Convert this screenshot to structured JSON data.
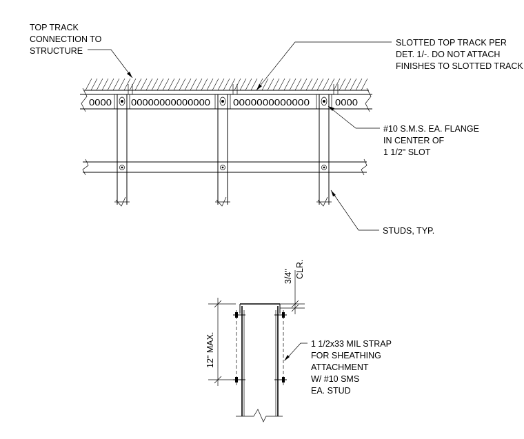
{
  "notes": {
    "top_track_connection": [
      "TOP TRACK",
      "CONNECTION TO",
      "STRUCTURE"
    ],
    "slotted_top_track": [
      "SLOTTED TOP TRACK PER",
      "DET. 1/-. DO NOT ATTACH",
      "FINISHES TO SLOTTED TRACK"
    ],
    "sms_flange": [
      "#10 S.M.S. EA. FLANGE",
      "IN CENTER OF",
      "1 1/2\" SLOT"
    ],
    "studs_typ": [
      "STUDS, TYP."
    ],
    "strap": [
      "1 1/2x33 MIL STRAP",
      "FOR SHEATHING",
      "ATTACHMENT",
      "W/ #10 SMS",
      "EA. STUD"
    ]
  },
  "slot_groups": [
    "0000",
    "00000000000000",
    "0000000000000",
    "0000"
  ],
  "dimensions": {
    "clearance_value": "3/4\"",
    "clearance_label": "CLR.",
    "max_spacing": "12\" MAX."
  }
}
